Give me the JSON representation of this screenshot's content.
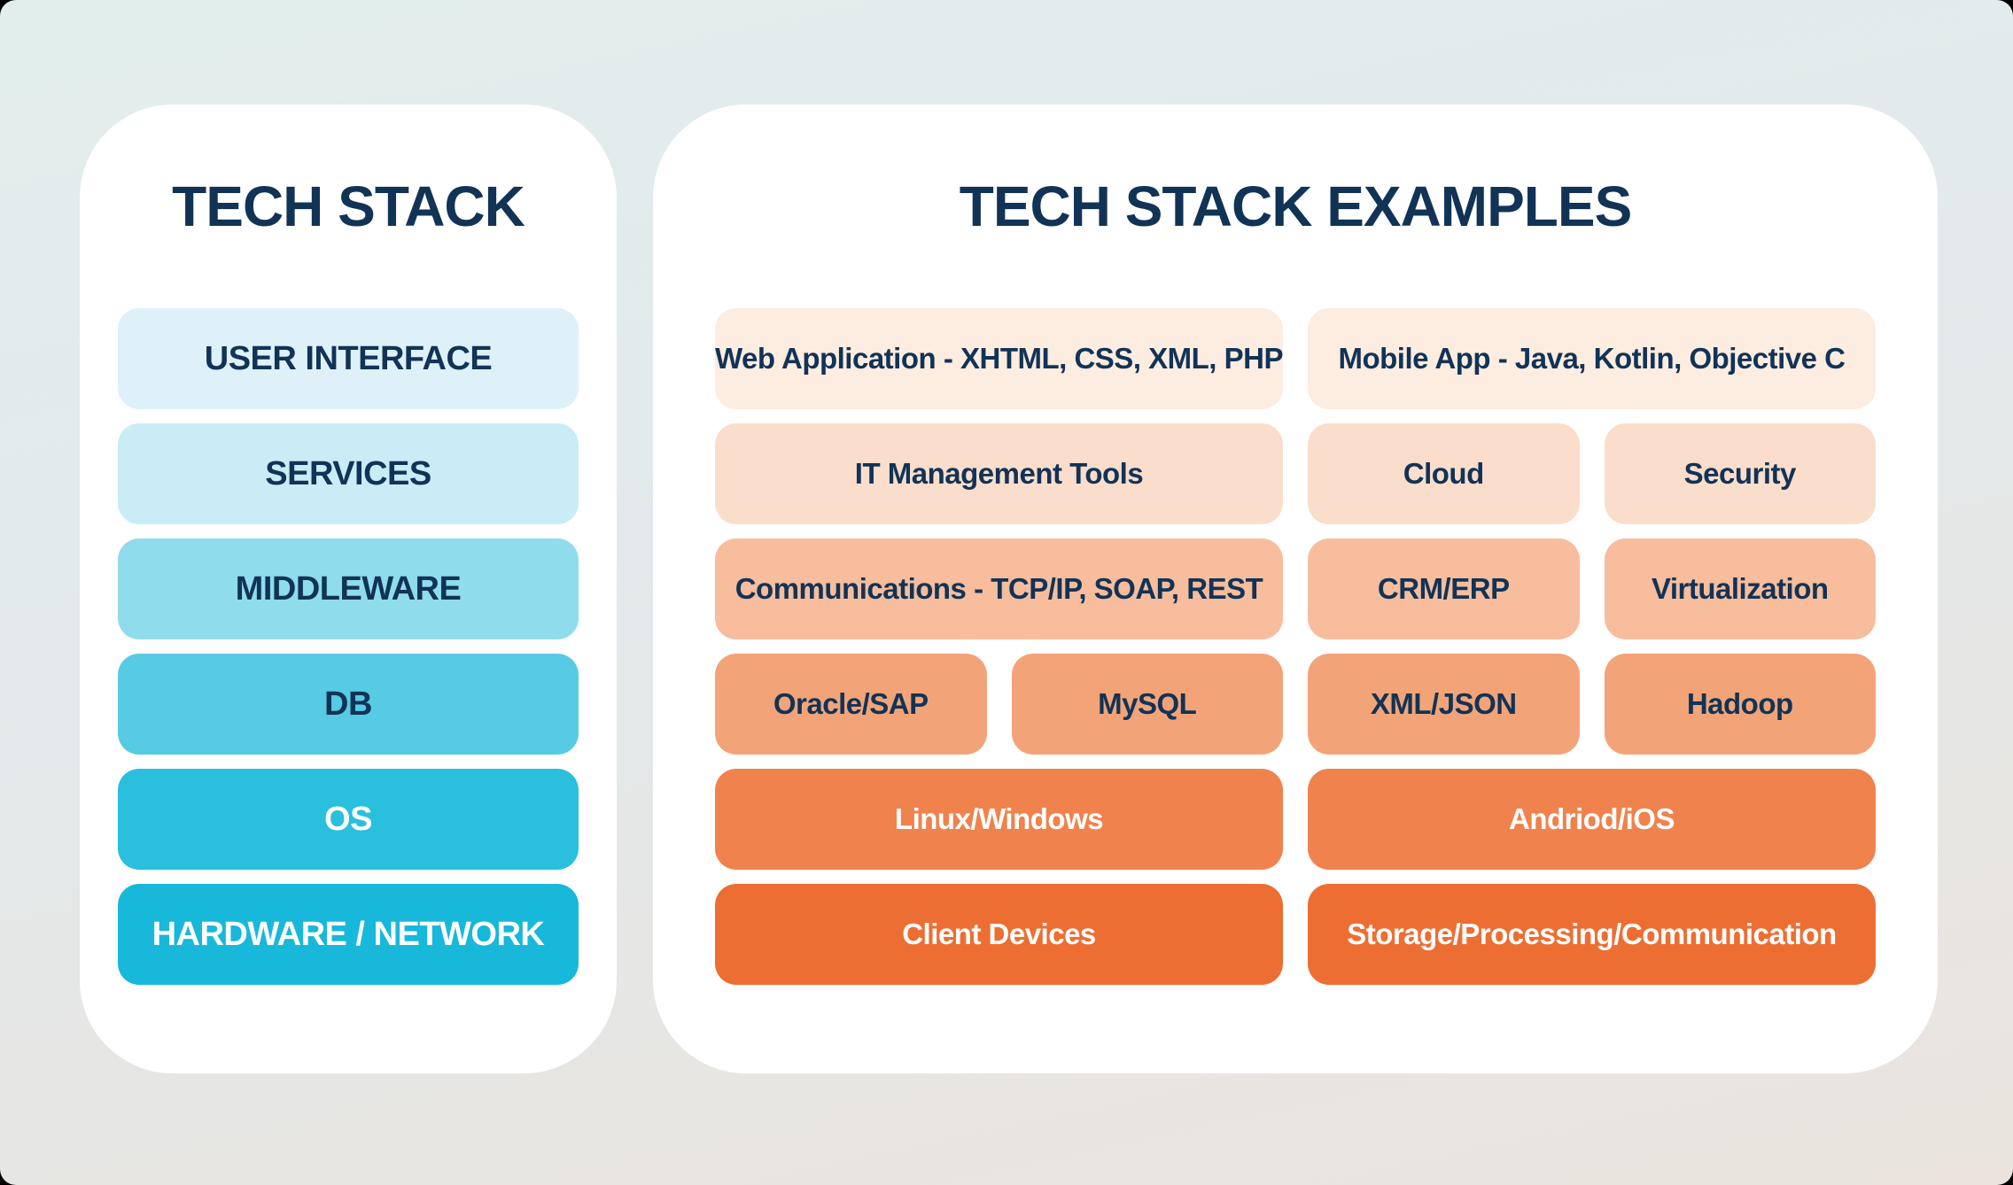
{
  "page": {
    "background_top": "#e2eeec",
    "background_bottom": "#ebe4de",
    "card_color": "#ffffff",
    "navy_text": "#113356",
    "white_text": "#ffffff"
  },
  "left_panel": {
    "title": "TECH STACK",
    "layers": [
      {
        "label": "USER INTERFACE",
        "bg": "#def1f9",
        "fg": "#113356"
      },
      {
        "label": "SERVICES",
        "bg": "#c9ecf6",
        "fg": "#113356"
      },
      {
        "label": "MIDDLEWARE",
        "bg": "#8fdcec",
        "fg": "#113356"
      },
      {
        "label": "DB",
        "bg": "#57cbe3",
        "fg": "#113356"
      },
      {
        "label": "OS",
        "bg": "#2abfdd",
        "fg": "#ffffff"
      },
      {
        "label": "HARDWARE / NETWORK",
        "bg": "#18b8da",
        "fg": "#ffffff"
      }
    ]
  },
  "right_panel": {
    "title": "TECH STACK EXAMPLES",
    "rows": [
      {
        "bg": "#fdece0",
        "fg": "#113356",
        "cells": [
          {
            "label": "Web Application - XHTML, CSS, XML, PHP",
            "span": 2
          },
          {
            "label": "Mobile App - Java, Kotlin, Objective C",
            "span": 2
          }
        ]
      },
      {
        "bg": "#fbddcc",
        "fg": "#113356",
        "cells": [
          {
            "label": "IT Management Tools",
            "span": 2
          },
          {
            "label": "Cloud",
            "span": 1
          },
          {
            "label": "Security",
            "span": 1
          }
        ]
      },
      {
        "bg": "#f7bd9c",
        "fg": "#113356",
        "cells": [
          {
            "label": "Communications - TCP/IP, SOAP, REST",
            "span": 2
          },
          {
            "label": "CRM/ERP",
            "span": 1
          },
          {
            "label": "Virtualization",
            "span": 1
          }
        ]
      },
      {
        "bg": "#f2a478",
        "fg": "#113356",
        "cells": [
          {
            "label": "Oracle/SAP",
            "span": 1
          },
          {
            "label": "MySQL",
            "span": 1
          },
          {
            "label": "XML/JSON",
            "span": 1
          },
          {
            "label": "Hadoop",
            "span": 1
          }
        ]
      },
      {
        "bg": "#f0824d",
        "fg": "#ffffff",
        "cells": [
          {
            "label": "Linux/Windows",
            "span": 2
          },
          {
            "label": "Andriod/iOS",
            "span": 2
          }
        ]
      },
      {
        "bg": "#ed6e33",
        "fg": "#ffffff",
        "cells": [
          {
            "label": "Client Devices",
            "span": 2
          },
          {
            "label": "Storage/Processing/Communication",
            "span": 2
          }
        ]
      }
    ]
  }
}
